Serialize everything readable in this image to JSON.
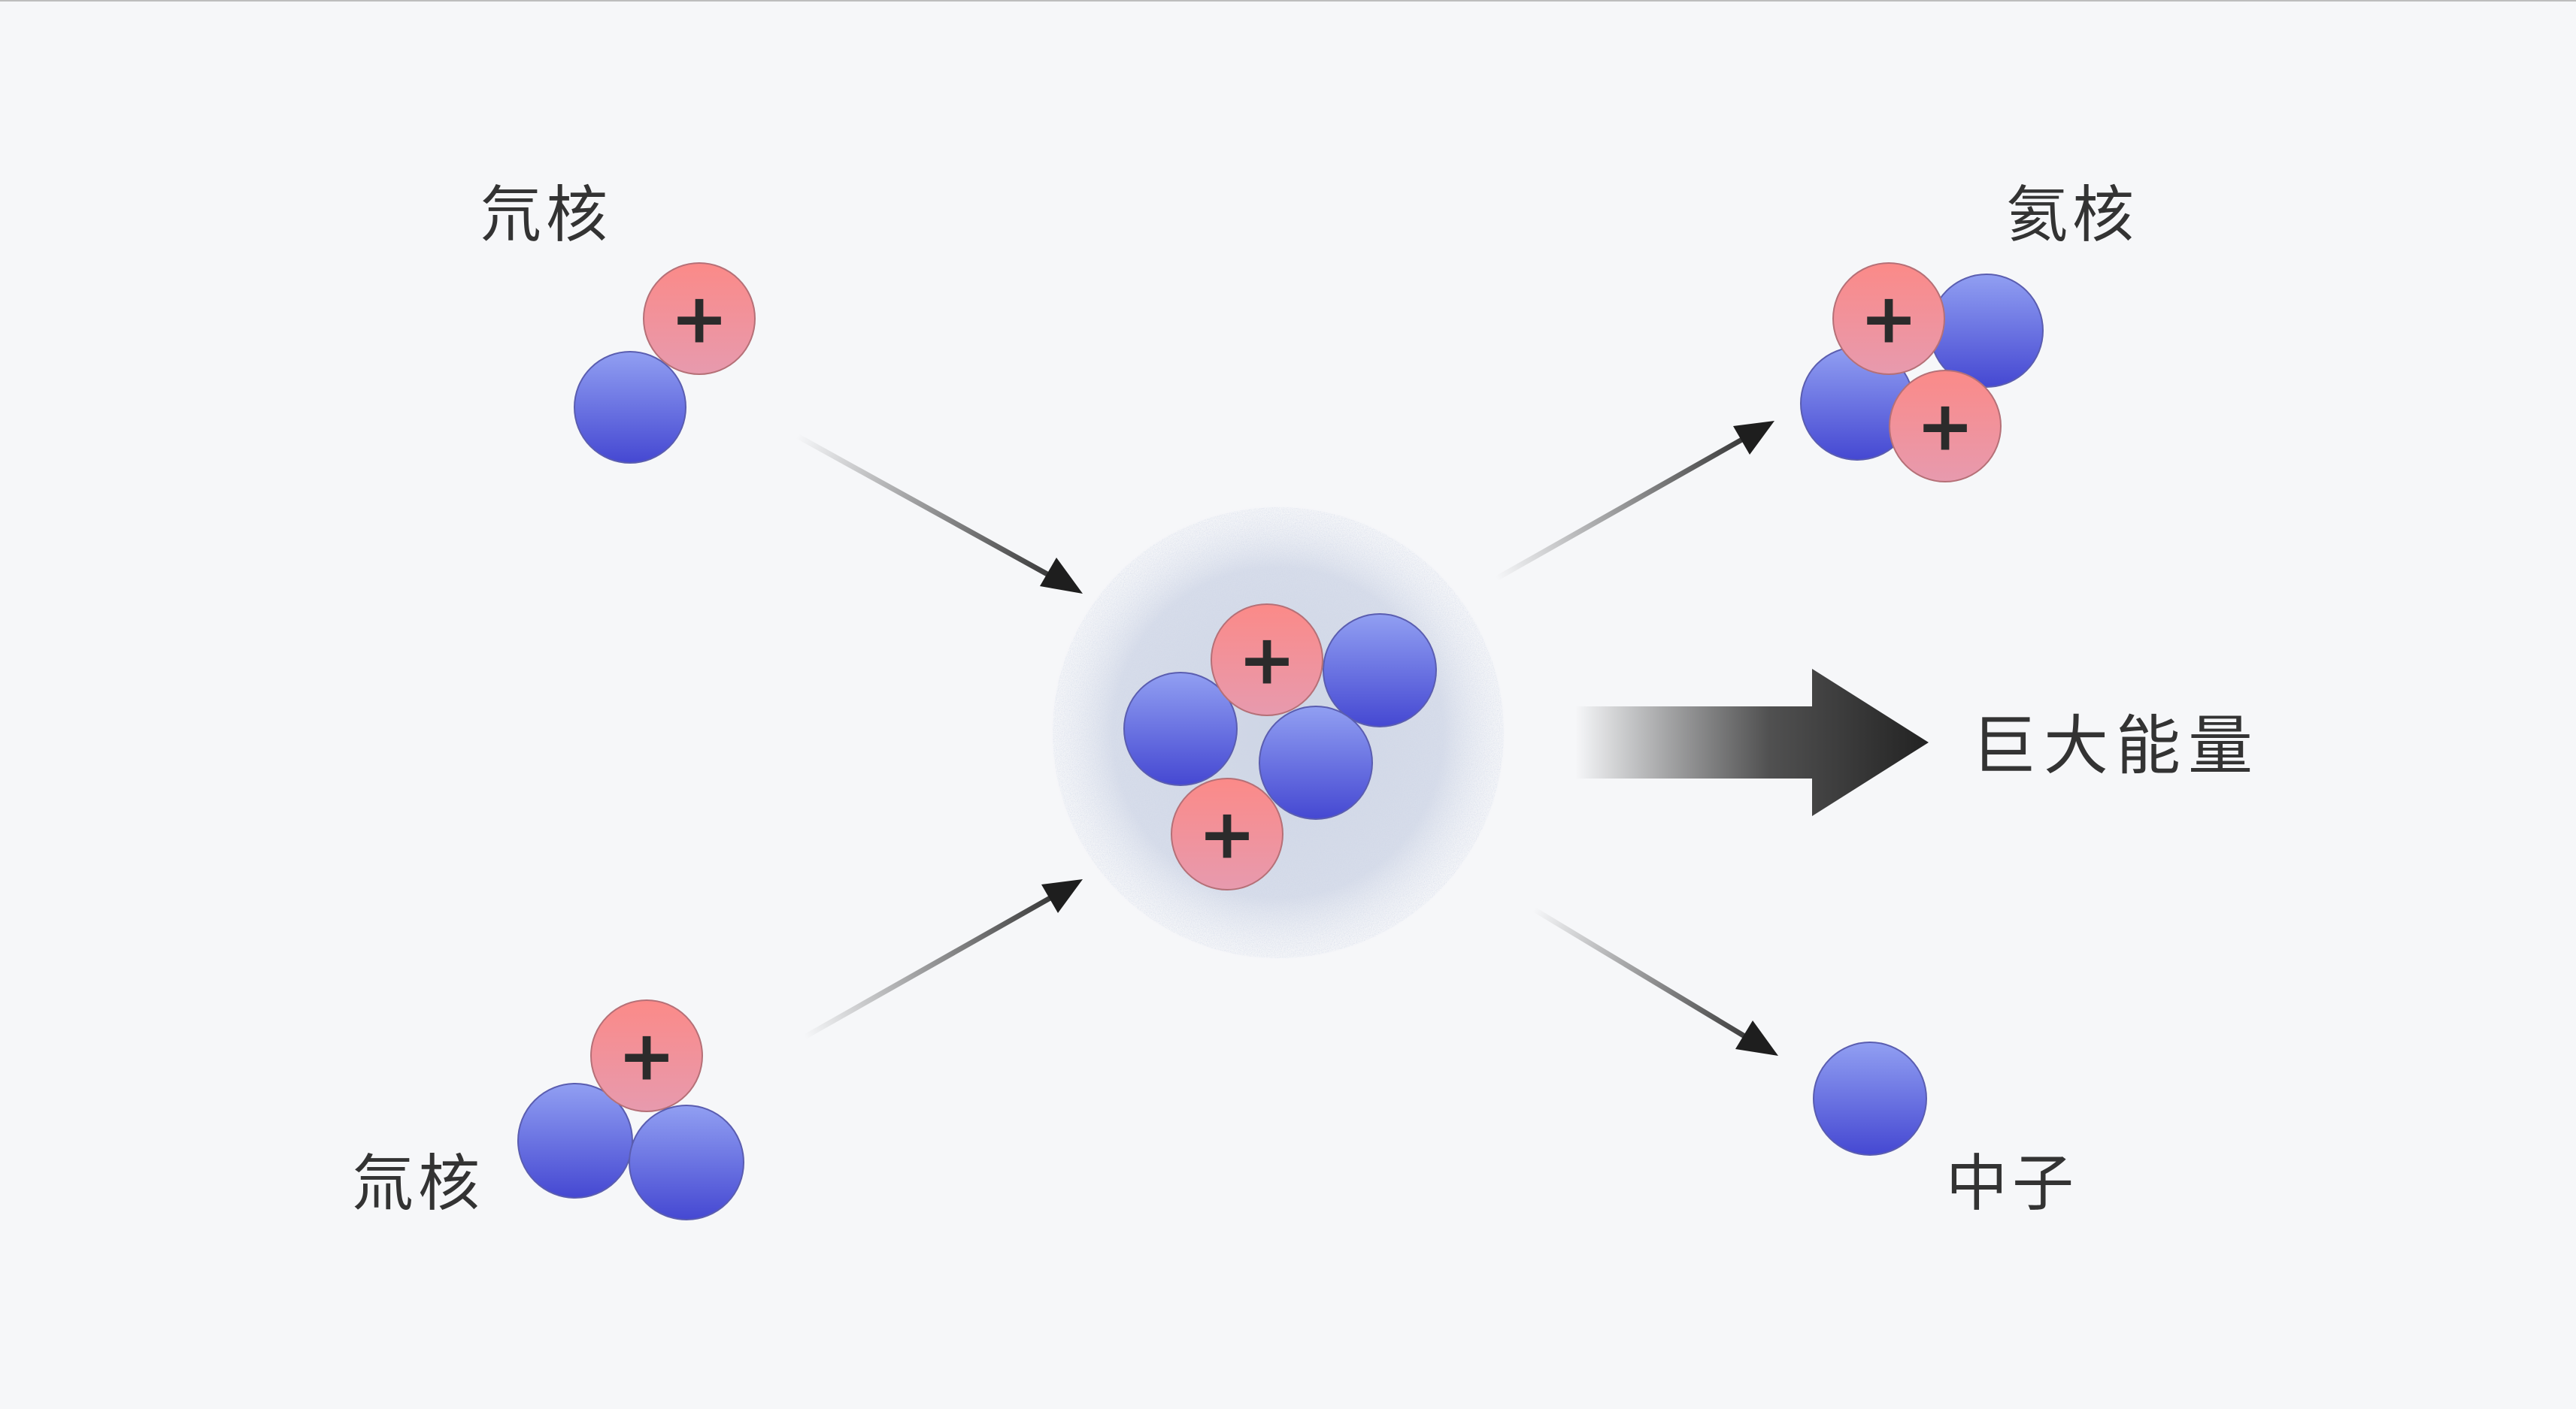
{
  "labels": {
    "deuterium": "氘核",
    "tritium": "氚核",
    "helium": "氦核",
    "neutron": "中子",
    "energy": "巨大能量"
  },
  "particles": {
    "proton_symbol": "+"
  },
  "colors": {
    "background": "#f6f7f9",
    "proton_top": "#f98b8b",
    "proton_bottom": "#e89aac",
    "neutron_top": "#8c9ef0",
    "neutron_bottom": "#4a4ed4",
    "arrow": "#222222",
    "text": "#333333"
  }
}
